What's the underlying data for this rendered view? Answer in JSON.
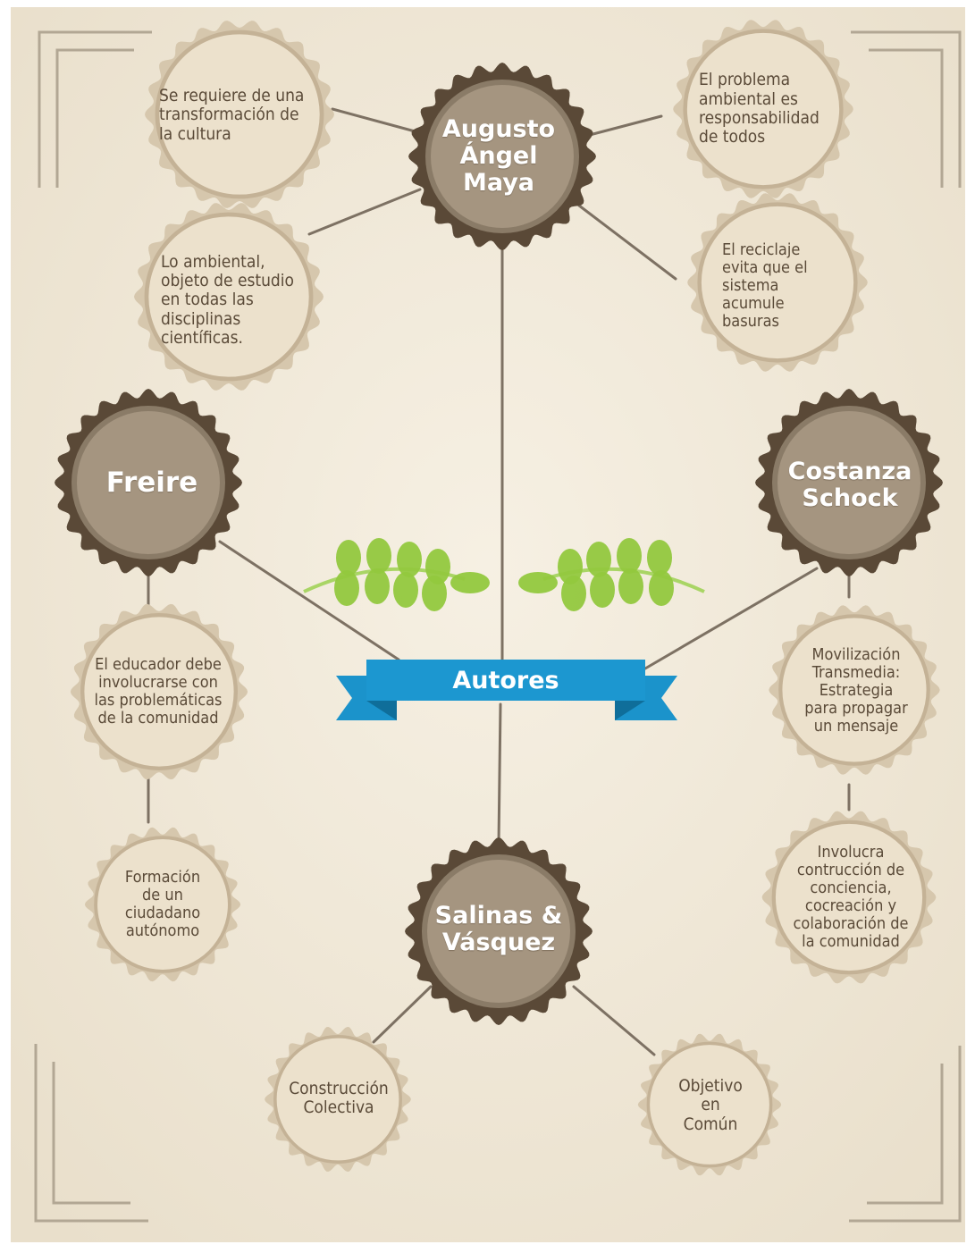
{
  "title": "Autores",
  "colors": {
    "background": "#efe7d6",
    "dark_ring": "#5a4937",
    "tan_badge": "#a59580",
    "light_badge": "#ece1cc",
    "light_badge_ring": "#d6c7ad",
    "ribbon": "#1b93cb",
    "ribbon_dark": "#0f6e9a",
    "leaf": "#92c83e",
    "connector": "#7d7163",
    "text_dark": "#5a4a38"
  },
  "authors": {
    "maya": {
      "name": "Augusto\nÁngel\nMaya",
      "ideas": [
        "Se requiere de una\ntransformación de\nla cultura",
        "El problema\nambiental es\nresponsabilidad\nde todos",
        "Lo ambiental,\nobjeto de estudio\nen todas las\ndisciplinas\ncientíficas.",
        "El reciclaje\nevita que el\nsistema\nacumule\nbasuras"
      ]
    },
    "freire": {
      "name": "Freire",
      "ideas": [
        "El educador debe\ninvolucrarse con\nlas problemáticas\nde la comunidad",
        "Formación\nde un\nciudadano\nautónomo"
      ]
    },
    "schock": {
      "name": "Costanza\nSchock",
      "ideas": [
        "Movilización\nTransmedia:\nEstrategia\npara propagar\nun mensaje",
        "Involucra\ncontrucción de\nconciencia,\ncocreación y\ncolaboración de\nla comunidad"
      ]
    },
    "salinas": {
      "name": "Salinas &\nVásquez",
      "ideas": [
        "Construcción\nColectiva",
        "Objetivo\nen\nComún"
      ]
    }
  }
}
